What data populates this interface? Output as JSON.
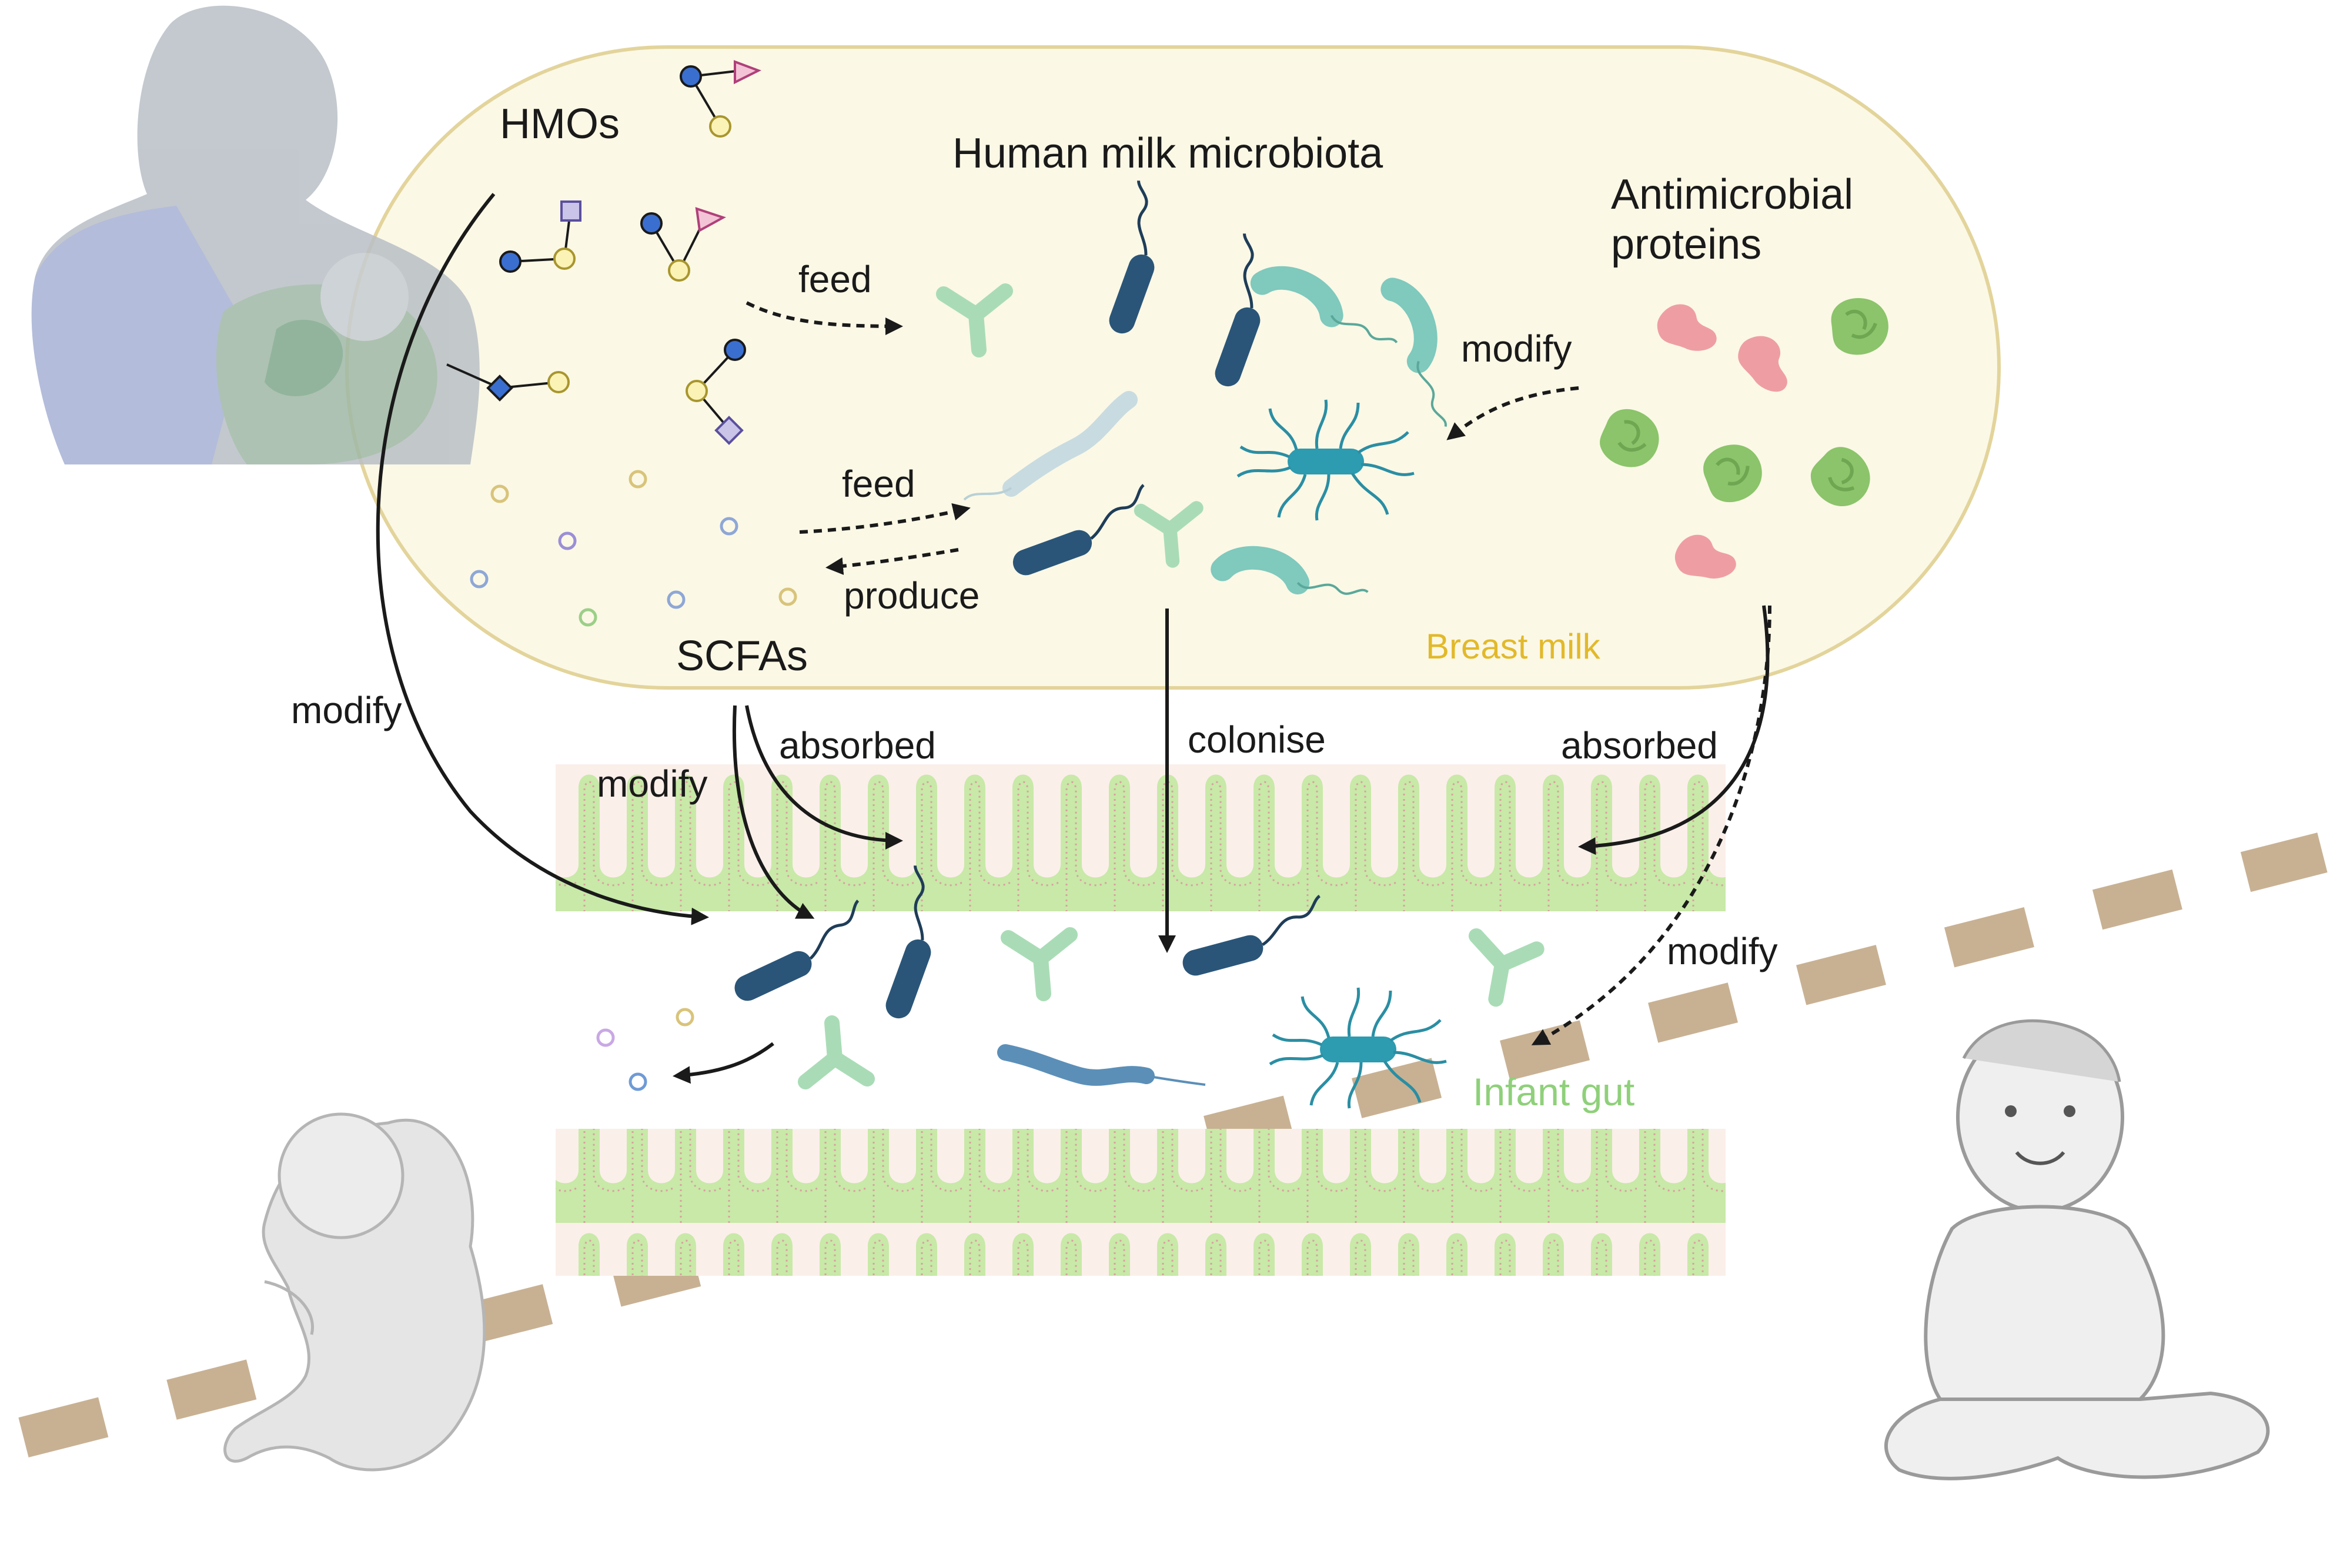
{
  "labels": {
    "hmos": "HMOs",
    "human_milk_microbiota": "Human milk microbiota",
    "antimicrobial_line1": "Antimicrobial",
    "antimicrobial_line2": "proteins",
    "feed_top": "feed",
    "feed_bottom": "feed",
    "produce": "produce",
    "modify_amp": "modify",
    "scfas": "SCFAs",
    "breast_milk": "Breast milk",
    "modify_hmos": "modify",
    "modify_scfas": "modify",
    "absorbed_scfas": "absorbed",
    "colonise": "colonise",
    "absorbed_amp": "absorbed",
    "modify_gut": "modify",
    "infant_gut": "Infant gut"
  },
  "colors": {
    "breast_milk_fill": "#fbf8e6",
    "breast_milk_stroke": "#e3d49b",
    "breast_milk_text": "#e2b92a",
    "infant_gut_text": "#8fd07a",
    "villi_green": "#c8e9a8",
    "villi_pink": "#f9e8e4",
    "timeline_tan": "#c8b193",
    "rod_dark": "#2a5578",
    "curved_teal": "#7fc9bd",
    "flagellated_teal": "#2d9bb0",
    "y_shape_green": "#a9dcb6",
    "amp_pink": "#ee9ea3",
    "amp_green": "#8bc46a"
  },
  "icons": [
    "breastfeeding-mother-icon",
    "fetus-icon",
    "sitting-baby-icon",
    "hmo-glycan-icon",
    "bacteria-rod-icon",
    "bacteria-y-shaped-icon",
    "bacteria-flagellated-icon",
    "spirochete-icon",
    "antimicrobial-protein-icon",
    "scfa-molecule-icon",
    "intestinal-villi-icon"
  ]
}
